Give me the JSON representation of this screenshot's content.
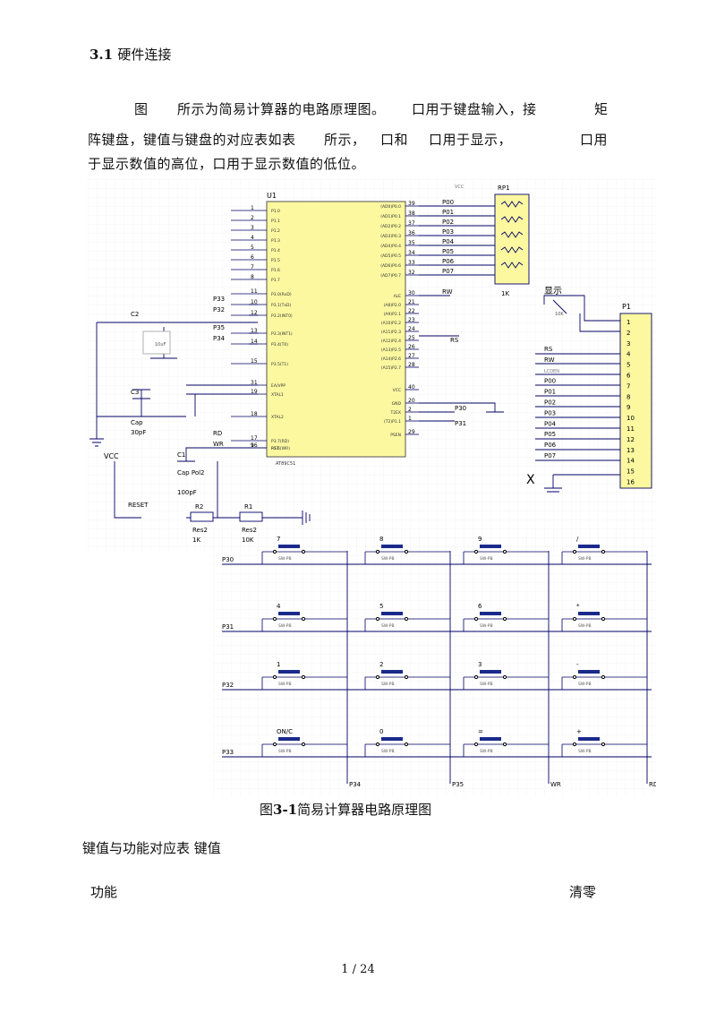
{
  "section": {
    "number": "3.1",
    "title": "硬件连接"
  },
  "intro": {
    "line1": {
      "a": "图",
      "b": "所示为简易计算器的电路原理图。",
      "c": "口用于键盘输入，接",
      "d": "矩"
    },
    "line2": {
      "a": "阵键盘，键值与键盘的对应表如表",
      "b": "所示，",
      "c": "口和",
      "d": "口用于显示，",
      "e": "口用"
    },
    "line3": "于显示数值的高位，口用于显示数值的低位。"
  },
  "schematic": {
    "mcu_ref": "U1",
    "mcu_part": "AT89C51",
    "mcu_left_pins": [
      "P1.0",
      "P1.1",
      "P1.2",
      "P1.3",
      "P1.4",
      "P1.5",
      "P1.6",
      "P1.7",
      "P3.0(RxD)",
      "P3.1(TxD)",
      "P3.2(INT0)",
      "P3.3(INT1)",
      "P3.4(T0)",
      "P3.5(T1)",
      "EA/VPP",
      "XTAL1",
      "XTAL2",
      "RST",
      "P3.7(RD)",
      "P3.6(WR)"
    ],
    "mcu_left_numbers": [
      "1",
      "2",
      "3",
      "4",
      "5",
      "6",
      "7",
      "8",
      "11",
      "10",
      "12",
      "13",
      "14",
      "15",
      "31",
      "19",
      "18",
      "9",
      "17",
      "16"
    ],
    "mcu_right_pins": [
      "(AD0)P0.0",
      "(AD1)P0.1",
      "(AD2)P0.2",
      "(AD3)P0.3",
      "(AD4)P0.4",
      "(AD5)P0.5",
      "(AD6)P0.6",
      "(AD7)P0.7",
      "ALE",
      "(A8)P2.0",
      "(A9)P2.1",
      "(A10)P2.2",
      "(A11)P2.3",
      "(A12)P2.4",
      "(A13)P2.5",
      "(A14)P2.6",
      "(A15)P2.7",
      "VCC",
      "GND",
      "T2EX",
      "(T2)P1.1",
      "PSEN"
    ],
    "mcu_right_numbers": [
      "39",
      "38",
      "37",
      "36",
      "35",
      "34",
      "33",
      "32",
      "30",
      "21",
      "22",
      "23",
      "24",
      "25",
      "26",
      "27",
      "28",
      "40",
      "20",
      "2",
      "1",
      "29"
    ],
    "p0_nets": [
      "P00",
      "P01",
      "P02",
      "P03",
      "P04",
      "P05",
      "P06",
      "P07"
    ],
    "rp1_ref": "RP1",
    "rp1_value": "1K",
    "vcc_label": "VCC",
    "left_nets": [
      "P33",
      "P32",
      "P35",
      "P34",
      "RD",
      "WR"
    ],
    "c2": {
      "ref": "C2",
      "value": "10uF"
    },
    "c3": {
      "ref": "C3",
      "value": "30pF",
      "type": "Cap"
    },
    "c1": {
      "ref": "C1",
      "value": "100pF",
      "type": "Cap Pol2"
    },
    "reset": "RESET",
    "r2": {
      "ref": "R2",
      "type": "Res2",
      "value": "1K"
    },
    "r1": {
      "ref": "R1",
      "type": "Res2",
      "value": "10K"
    },
    "right_nets": [
      "RW",
      "RS",
      "P30",
      "P31"
    ],
    "pot_label": "显示",
    "pot_value": "10K",
    "p1_ref": "P1",
    "p1_pins": [
      "1",
      "2",
      "3",
      "4",
      "5",
      "6",
      "7",
      "8",
      "9",
      "10",
      "11",
      "12",
      "13",
      "14",
      "15",
      "16"
    ],
    "p1_nets": [
      "RS",
      "RW",
      "LCDEN",
      "P00",
      "P01",
      "P02",
      "P03",
      "P04",
      "P05",
      "P06",
      "P07"
    ],
    "x_mark": "X",
    "switch_type": "SW-PB",
    "keypad_rows": [
      "P30",
      "P31",
      "P32",
      "P33"
    ],
    "keypad_cols": [
      "P34",
      "P35",
      "WR",
      "RD"
    ],
    "keypad_keys": [
      [
        "7",
        "8",
        "9",
        "/"
      ],
      [
        "4",
        "5",
        "6",
        "*"
      ],
      [
        "1",
        "2",
        "3",
        "-"
      ],
      [
        "ON/C",
        "0",
        "=",
        "+"
      ]
    ]
  },
  "figure_caption": {
    "prefix": "图",
    "number": "3-1",
    "title": "简易计算器电路原理图"
  },
  "table_intro": {
    "a": "键值与功能对应表",
    "b": "键值"
  },
  "table_row": {
    "label": "功能",
    "value": "清零"
  },
  "footer": {
    "page": "1 / 24"
  }
}
